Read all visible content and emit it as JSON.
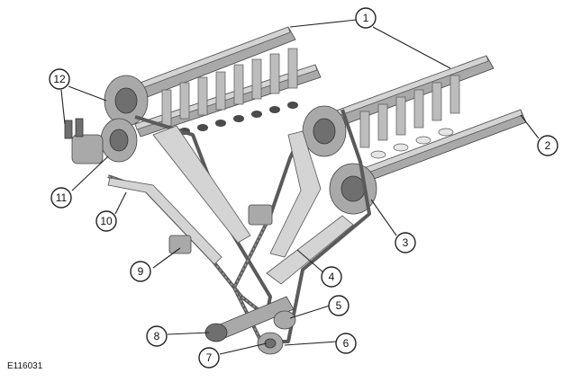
{
  "reference_code": "E116031",
  "callouts": [
    {
      "label": "1"
    },
    {
      "label": "2"
    },
    {
      "label": "3"
    },
    {
      "label": "4"
    },
    {
      "label": "5"
    },
    {
      "label": "6"
    },
    {
      "label": "7"
    },
    {
      "label": "8"
    },
    {
      "label": "9"
    },
    {
      "label": "10"
    },
    {
      "label": "11"
    },
    {
      "label": "12"
    }
  ]
}
